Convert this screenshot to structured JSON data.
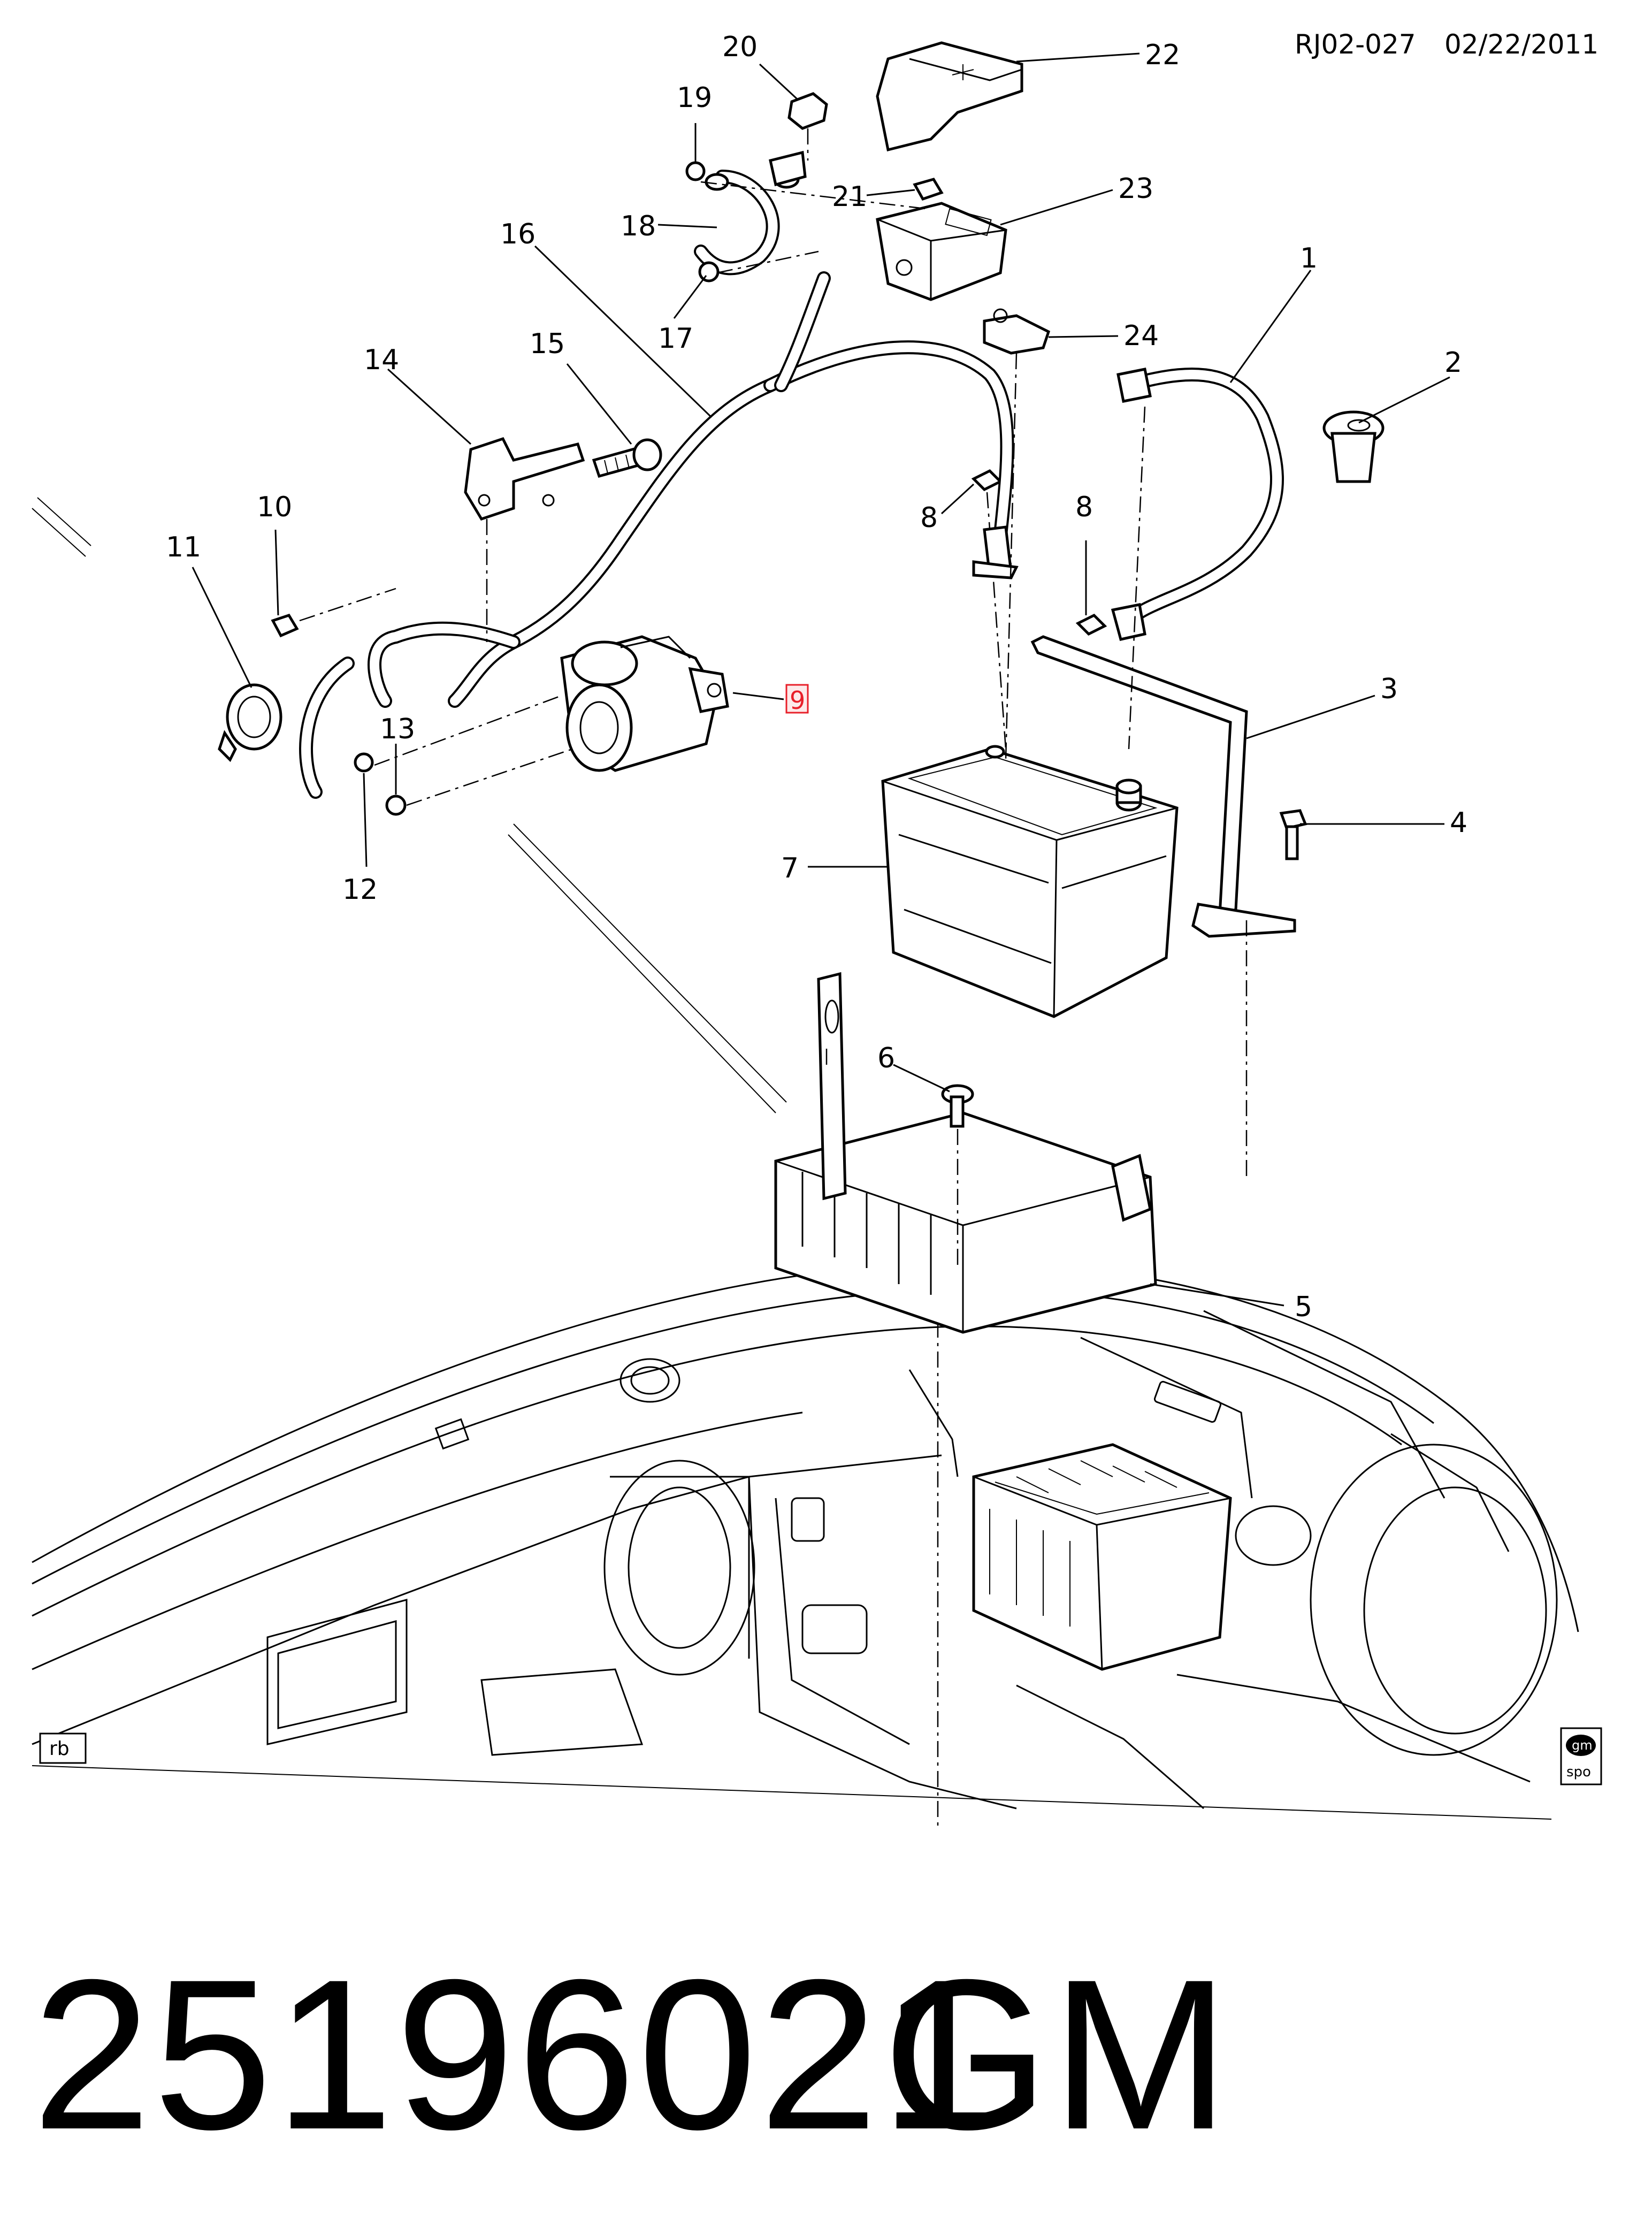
{
  "header": {
    "code": "RJ02-027",
    "date": "02/22/2011"
  },
  "callouts": [
    {
      "id": "1",
      "label": "1"
    },
    {
      "id": "2",
      "label": "2"
    },
    {
      "id": "3",
      "label": "3"
    },
    {
      "id": "4",
      "label": "4"
    },
    {
      "id": "5",
      "label": "5"
    },
    {
      "id": "6",
      "label": "6"
    },
    {
      "id": "7",
      "label": "7"
    },
    {
      "id": "8a",
      "label": "8"
    },
    {
      "id": "8b",
      "label": "8"
    },
    {
      "id": "9",
      "label": "9",
      "highlighted": true,
      "highlight_color": "#e8202a"
    },
    {
      "id": "10",
      "label": "10"
    },
    {
      "id": "11",
      "label": "11"
    },
    {
      "id": "12",
      "label": "12"
    },
    {
      "id": "13",
      "label": "13"
    },
    {
      "id": "14",
      "label": "14"
    },
    {
      "id": "15",
      "label": "15"
    },
    {
      "id": "16",
      "label": "16"
    },
    {
      "id": "17",
      "label": "17"
    },
    {
      "id": "18",
      "label": "18"
    },
    {
      "id": "19",
      "label": "19"
    },
    {
      "id": "20",
      "label": "20"
    },
    {
      "id": "21",
      "label": "21"
    },
    {
      "id": "22",
      "label": "22"
    },
    {
      "id": "23",
      "label": "23"
    },
    {
      "id": "24",
      "label": "24"
    }
  ],
  "corner_marks": {
    "left": "rb",
    "right_logo_top": "gm",
    "right_logo_bottom": "spo"
  },
  "footer": {
    "part_number": "25196021",
    "make": "GM"
  }
}
